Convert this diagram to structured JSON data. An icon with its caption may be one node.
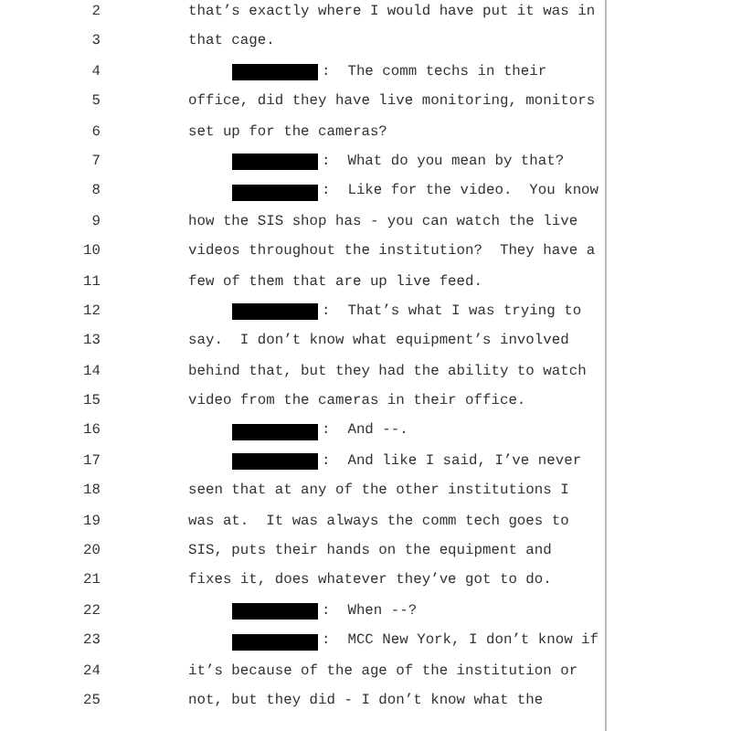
{
  "diagram": {
    "labels": [
      "2",
      "that’s exactly where I would have put it was in",
      "3",
      "that cage.",
      "4",
      ":  The comm techs in their",
      "5",
      "office, did they have live monitoring, monitors",
      "6",
      "set up for the cameras?",
      "7",
      ":  What do you mean by that?",
      "8",
      ":  Like for the video.  You know",
      "9",
      "how the SIS shop has - you can watch the live",
      "10",
      "videos throughout the institution?  They have a",
      "11",
      "few of them that are up live feed.",
      "12",
      ":  That’s what I was trying to",
      "13",
      "say.  I don’t know what equipment’s involved",
      "14",
      "behind that, but they had the ability to watch",
      "15",
      "video from the cameras in their office.",
      "16",
      ":  And --.",
      "17",
      ":  And like I said, I’ve never",
      "18",
      "seen that at any of the other institutions I",
      "19",
      "was at.  It was always the comm tech goes to",
      "20",
      "SIS, puts their hands on the equipment and",
      "21",
      "fixes it, does whatever they’ve got to do.",
      "22",
      ":  When --?",
      "23",
      ":  MCC New York, I don’t know if",
      "24",
      "it’s because of the age of the institution or",
      "25",
      "not, but they did - I don’t know what the"
    ]
  }
}
